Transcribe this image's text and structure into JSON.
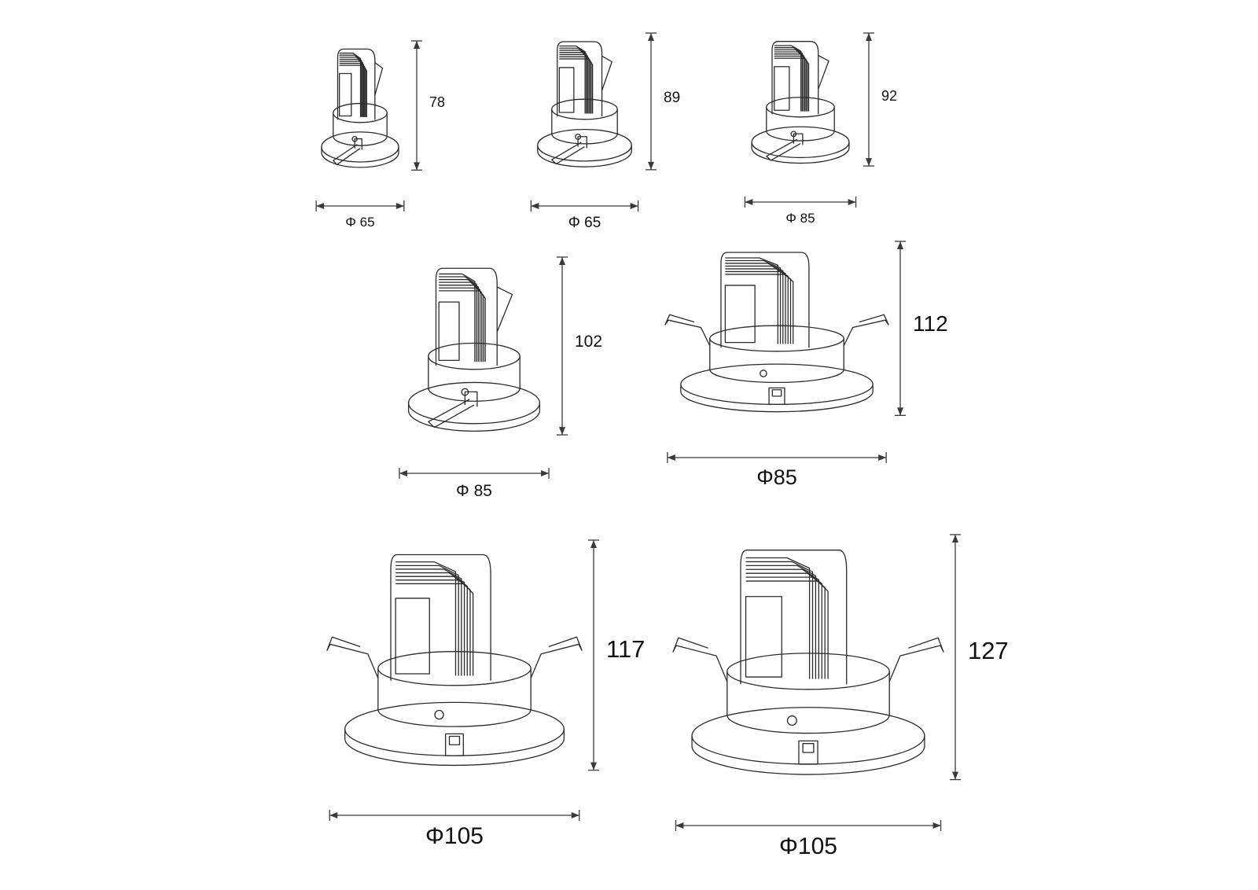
{
  "fixtures": [
    {
      "height_label": "78",
      "diameter_label": "Φ 65"
    },
    {
      "height_label": "89",
      "diameter_label": "Φ 65"
    },
    {
      "height_label": "92",
      "diameter_label": "Φ 85"
    },
    {
      "height_label": "102",
      "diameter_label": "Φ 85"
    },
    {
      "height_label": "112",
      "diameter_label": "Φ85"
    },
    {
      "height_label": "117",
      "diameter_label": "Φ105"
    },
    {
      "height_label": "127",
      "diameter_label": "Φ105"
    }
  ],
  "colors": {
    "line": "#2b2b2b",
    "dim": "#3a3a3a"
  }
}
